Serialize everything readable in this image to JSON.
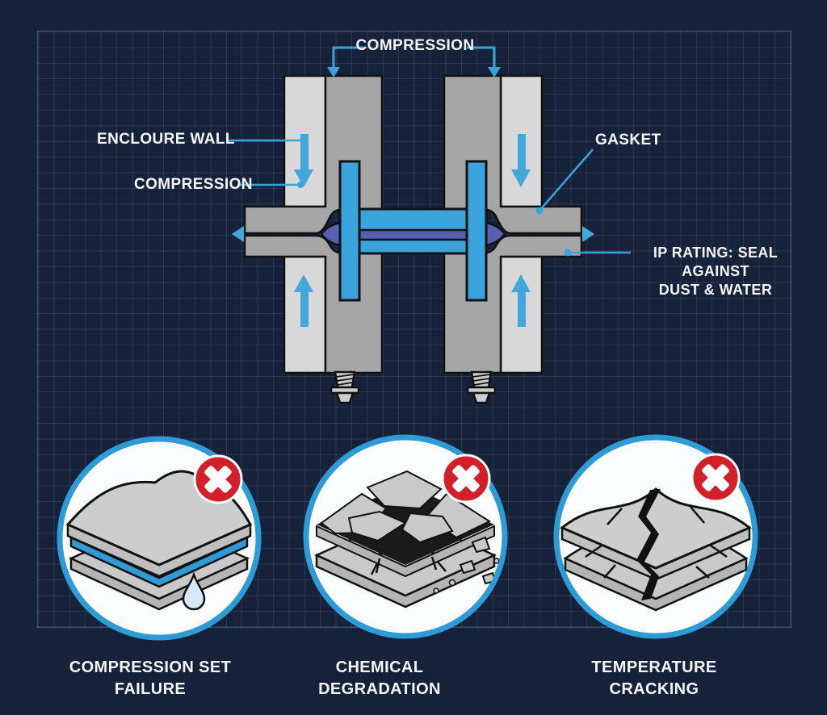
{
  "diagram": {
    "labels": {
      "compression_top": "COMPRESSION",
      "enclosure_wall": "ENCLOURE WALL",
      "compression_left": "COMPRESSION",
      "gasket": "GASKET",
      "ip_rating_line1": "IP RATING: SEAL AGAINST",
      "ip_rating_line2": "DUST & WATER"
    },
    "parts": {
      "wall": "enclosure-wall-cross-section",
      "gasket": "gasket-cross-section",
      "fasteners": "screw-icon",
      "seal_arrows": "outward-seal-arrow-icon",
      "compression_arrows": "compression-arrow-icon"
    }
  },
  "failure_modes": [
    {
      "line1": "COMPRESSION SET",
      "line2": "FAILURE",
      "icon": "x-circle-icon"
    },
    {
      "line1": "CHEMICAL DEGRADATION",
      "icon": "x-circle-icon"
    },
    {
      "line1": "TEMPERATURE CRACKING",
      "icon": "x-circle-icon"
    }
  ],
  "colors": {
    "background": "#16223a",
    "grid_line": "#32486d",
    "wall_light_gray": "#d8d8d8",
    "wall_dark_gray": "#a6a6a6",
    "gasket_blue": "#3aa3db",
    "gasket_core_indigo": "#5560b0",
    "callout_blue": "#3aa3db",
    "failure_red": "#d2202a",
    "circle_fill": "#fcfdfe",
    "outline": "#111111",
    "text": "#f4f6f8"
  }
}
